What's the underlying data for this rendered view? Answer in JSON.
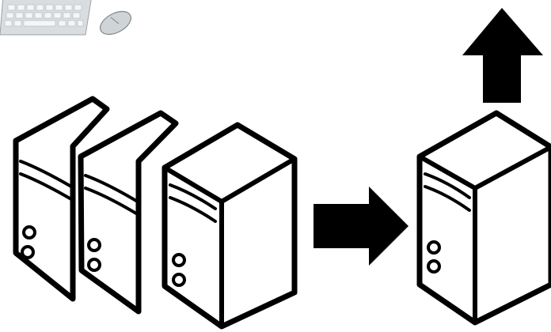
{
  "diagram": {
    "left_group": {
      "servers": [
        {
          "name": "server-1",
          "lights": 2
        },
        {
          "name": "server-2",
          "lights": 2
        },
        {
          "name": "server-3",
          "lights": 2
        }
      ]
    },
    "right_group": {
      "servers": [
        {
          "name": "server-consolidated",
          "lights": 2
        }
      ]
    },
    "arrows": [
      {
        "name": "arrow-right",
        "direction": "right"
      },
      {
        "name": "arrow-up",
        "direction": "up"
      }
    ],
    "peripherals": [
      "keyboard-icon",
      "mouse-icon"
    ],
    "colors": {
      "outline": "#000000",
      "fill": "#ffffff",
      "arrow": "#000000",
      "keyboard": "#d9dde0",
      "mouse": "#cfd4d7"
    }
  }
}
